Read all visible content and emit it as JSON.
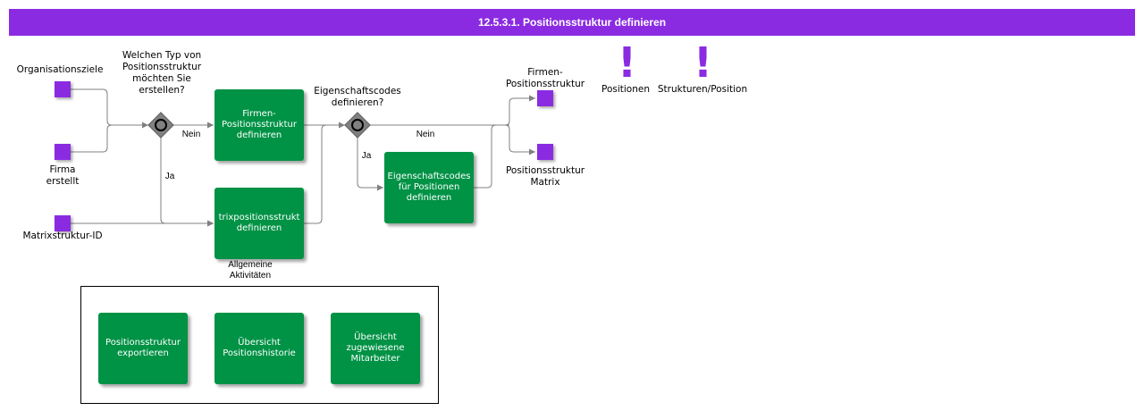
{
  "title": "12.5.3.1. Positionsstruktur definieren",
  "colors": {
    "header": "#8a2be2",
    "activity": "#009245",
    "data_object": "#8a2be2",
    "gateway": "#808080"
  },
  "inputs": {
    "organisationsziele": "Organisationsziele",
    "firma_erstellt": "Firma\nerstellt",
    "matrixstruktur_id": "Matrixstruktur-ID"
  },
  "gateways": {
    "typ_question": "Welchen Typ von\nPositionsstruktur\nmöchten Sie\nerstellen?",
    "typ_nein": "Nein",
    "typ_ja": "Ja",
    "codes_question": "Eigenschaftscodes\ndefinieren?",
    "codes_nein": "Nein",
    "codes_ja": "Ja"
  },
  "activities": {
    "firmen": "Firmen-\nPositionsstruktur\ndefinieren",
    "matrix": "trixpositionsstrukt\ndefinieren",
    "eigenschaftscodes": "Eigenschaftscodes\nfür Positionen\ndefinieren"
  },
  "outputs": {
    "firmen_positionsstruktur": "Firmen-\nPositionsstruktur",
    "positionsstruktur_matrix": "Positionsstruktur\nMatrix"
  },
  "notes": {
    "positionen": "Positionen",
    "strukturen_position": "Strukturen/Position"
  },
  "group": {
    "title": "Allgemeine\nAktivitäten",
    "items": [
      "Positionsstruktur\nexportieren",
      "Übersicht\nPositionshistorie",
      "Übersicht\nzugewiesene\nMitarbeiter"
    ]
  }
}
